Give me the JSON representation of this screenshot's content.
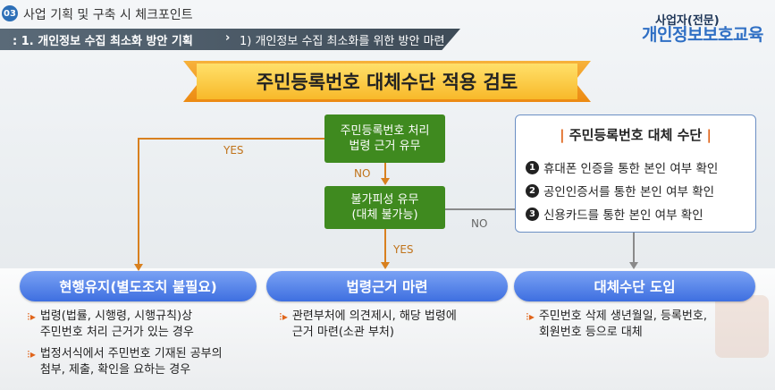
{
  "header": {
    "badge": "03",
    "title": "사업 기획 및 구축 시 체크포인트",
    "sub_a": ": 1. 개인정보 수집 최소화 방안 기획",
    "sub_sep": "›",
    "sub_b": "1) 개인정보 수집 최소화를 위한 방안 마련"
  },
  "brand": {
    "top": "사업자(전문)",
    "main": "개인정보보호교육"
  },
  "main_title": "주민등록번호 대체수단 적용 검토",
  "flow": {
    "box1": [
      "주민등록번호 처리",
      "법령 근거 유무"
    ],
    "box2": [
      "불가피성 유무",
      "(대체 불가능)"
    ],
    "yes": "YES",
    "no": "NO"
  },
  "alternatives": {
    "title": "주민등록번호 대체 수단",
    "items": [
      {
        "num": "1",
        "text": "휴대폰 인증을 통한 본인 여부 확인"
      },
      {
        "num": "2",
        "text": "공인인증서를 통한 본인 여부 확인"
      },
      {
        "num": "3",
        "text": "신용카드를 통한 본인 여부 확인"
      }
    ]
  },
  "outcomes": [
    {
      "title": "현행유지(별도조치 불필요)",
      "bullets": [
        [
          "법령(법률, 시행령, 시행규칙)상",
          "주민번호 처리 근거가 있는 경우"
        ],
        [
          "법정서식에서 주민번호 기재된 공부의",
          "첨부, 제출, 확인을 요하는 경우"
        ]
      ]
    },
    {
      "title": "법령근거 마련",
      "bullets": [
        [
          "관련부처에 의견제시, 해당 법령에",
          "근거 마련(소관 부처)"
        ]
      ]
    },
    {
      "title": "대체수단 도입",
      "bullets": [
        [
          "주민번호 삭제 생년월일, 등록번호,",
          "회원번호 등으로 대체"
        ]
      ]
    }
  ],
  "colors": {
    "accent_orange": "#d8801f",
    "flow_green": "#3f8a1f",
    "pill_blue": "#3e6fe0"
  },
  "icons": {
    "bullet": "double-right-arrow-icon",
    "numbers": "filled-circle-number-icon"
  }
}
